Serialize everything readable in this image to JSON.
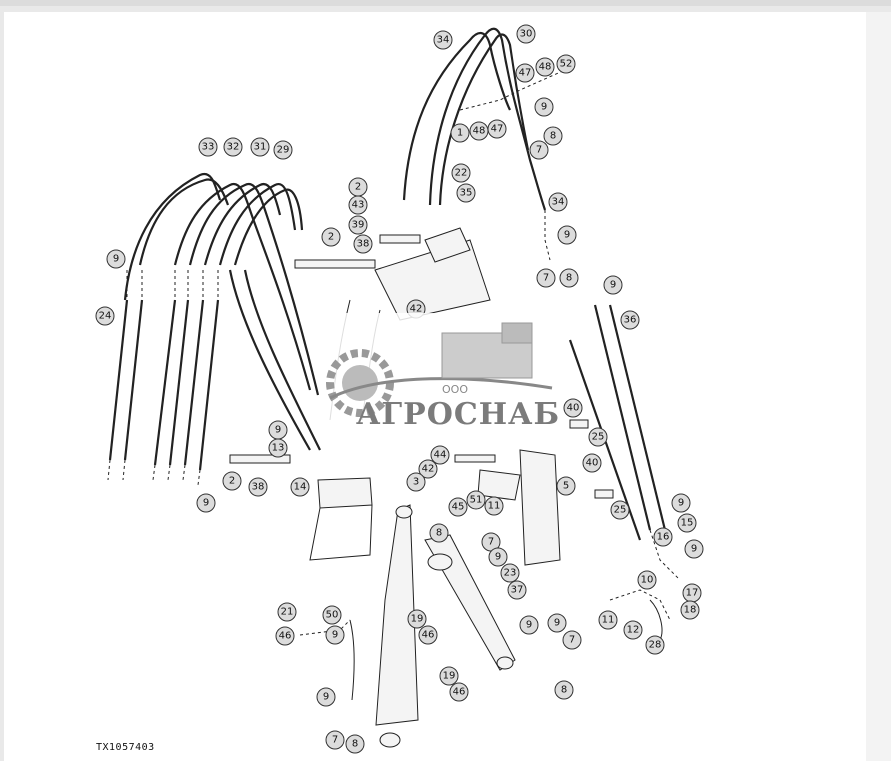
{
  "figure": {
    "id": "TX1057403"
  },
  "watermark": {
    "company_form": "ООО",
    "brand": "АГРОСНАБ"
  },
  "callouts": {
    "c1": "34",
    "c2": "30",
    "c3": "47",
    "c4": "48",
    "c5": "52",
    "c6": "9",
    "c7": "1",
    "c8": "48",
    "c9": "47",
    "c10": "8",
    "c11": "7",
    "c12": "22",
    "c13": "35",
    "c14": "34",
    "c15": "9",
    "c16": "7",
    "c17": "8",
    "c18": "33",
    "c19": "32",
    "c20": "31",
    "c21": "29",
    "c22": "9",
    "c23": "24",
    "c24": "2",
    "c25": "43",
    "c26": "39",
    "c27": "2",
    "c28": "38",
    "c29": "42",
    "c30": "9",
    "c31": "36",
    "c32": "9",
    "c33": "13",
    "c34": "14",
    "c35": "2",
    "c36": "38",
    "c37": "9",
    "c38": "40",
    "c39": "25",
    "c40": "44",
    "c41": "42",
    "c42": "3",
    "c43": "45",
    "c44": "51",
    "c45": "11",
    "c46": "5",
    "c47": "40",
    "c48": "25",
    "c49": "8",
    "c50": "7",
    "c51": "9",
    "c52": "23",
    "c53": "37",
    "c54": "9",
    "c55": "15",
    "c56": "16",
    "c57": "9",
    "c58": "17",
    "c59": "10",
    "c60": "18",
    "c61": "11",
    "c62": "12",
    "c63": "28",
    "c64": "21",
    "c65": "50",
    "c66": "46",
    "c67": "9",
    "c68": "19",
    "c69": "46",
    "c70": "9",
    "c71": "9",
    "c72": "7",
    "c73": "19",
    "c74": "46",
    "c75": "8",
    "c76": "9",
    "c77": "7",
    "c78": "8"
  }
}
